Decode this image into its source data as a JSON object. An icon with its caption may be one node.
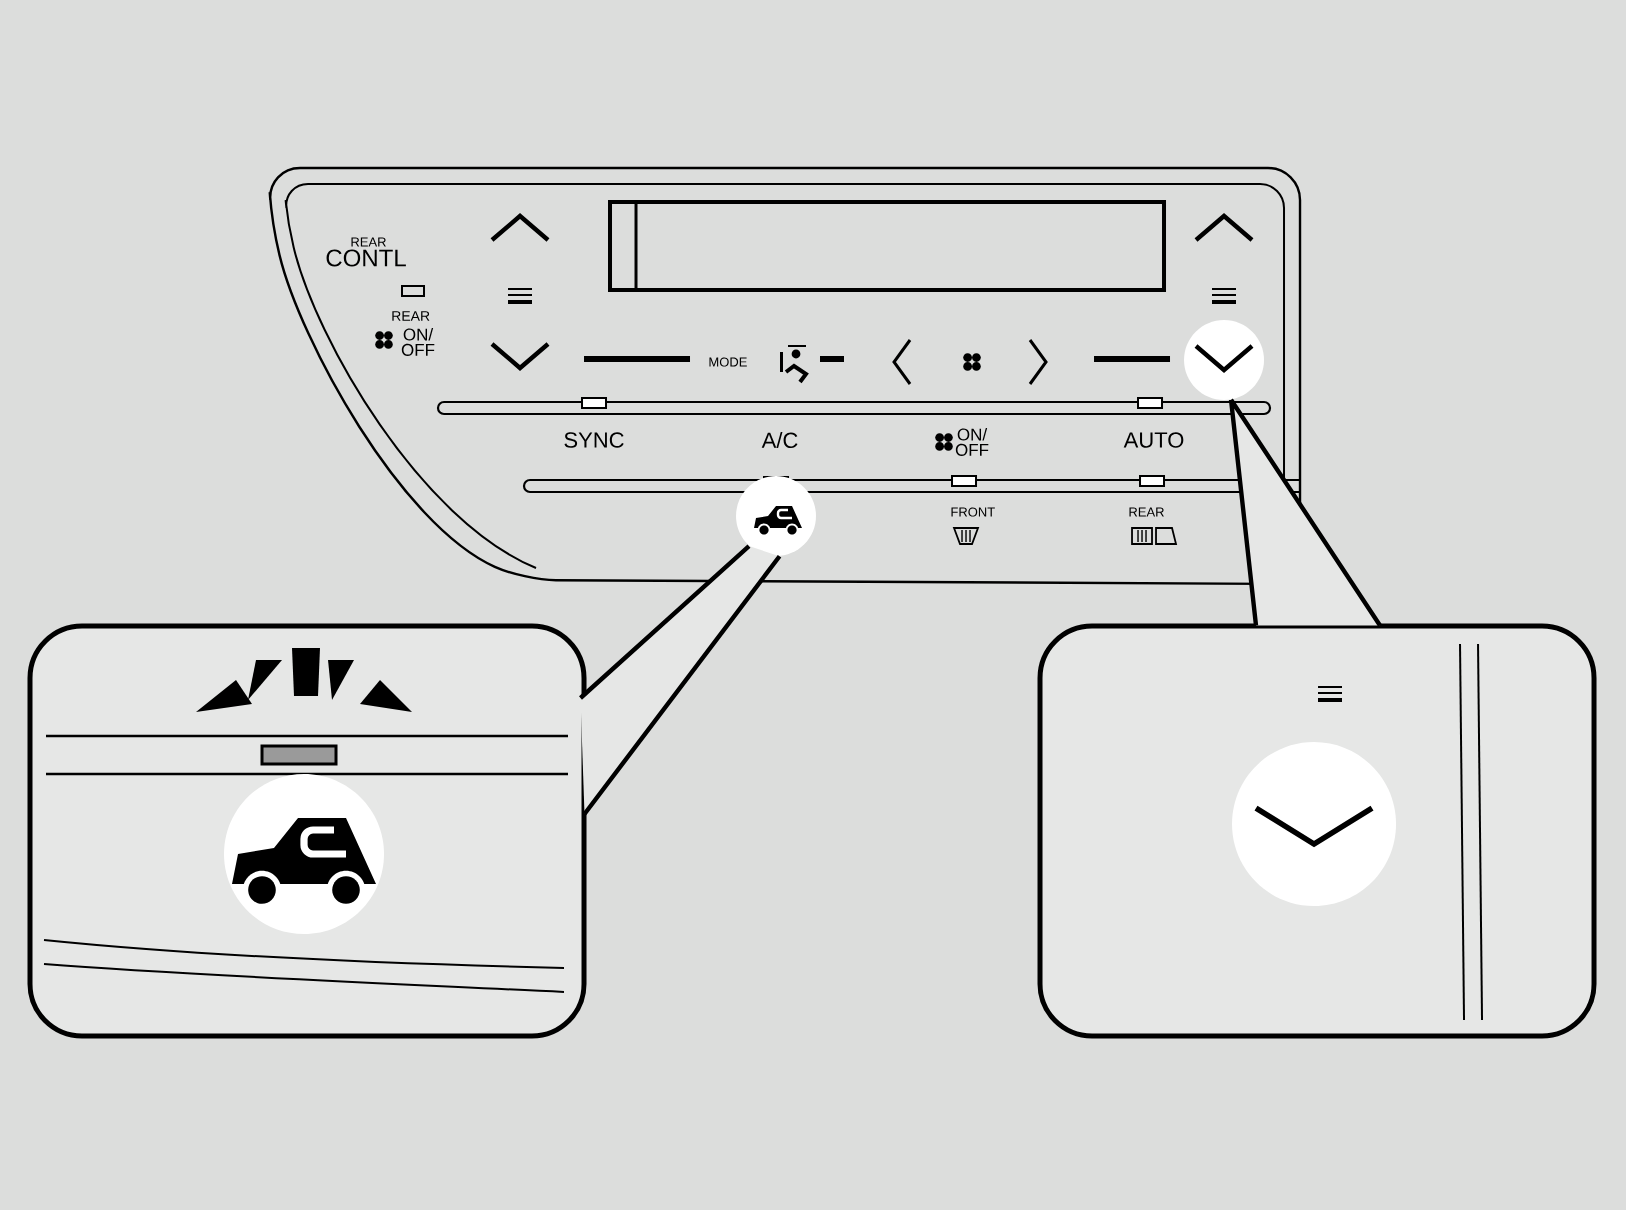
{
  "diagram": {
    "nodes": [
      {
        "text": [],
        "shape": "circle"
      },
      {
        "text": [],
        "shape": "circle"
      },
      {
        "text": [],
        "shape": "box"
      },
      {
        "text": [],
        "shape": "box"
      }
    ],
    "edges": [
      {
        "from": 2,
        "to": 0,
        "arrow": "none"
      },
      {
        "from": 3,
        "to": 1,
        "arrow": "none"
      }
    ],
    "labels": [
      "REAR",
      "CONTL",
      "REAR",
      "ON/ OFF",
      "MODE",
      "SYNC",
      "A/C",
      "ON/ OFF",
      "AUTO",
      "FRONT",
      "REAR"
    ]
  }
}
